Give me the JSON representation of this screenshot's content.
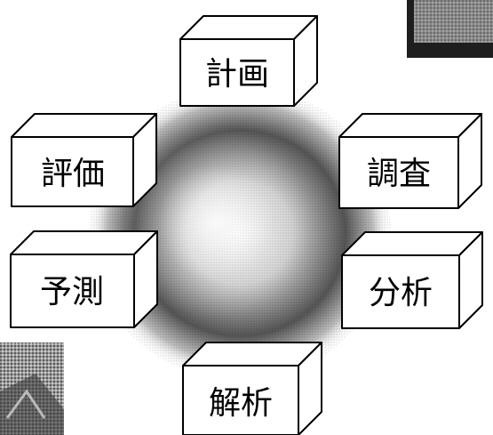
{
  "boxes": [
    {
      "id": "keikaku",
      "label": "計画"
    },
    {
      "id": "chousa",
      "label": "調査"
    },
    {
      "id": "bunseki",
      "label": "分析"
    },
    {
      "id": "kaiseki",
      "label": "解析"
    },
    {
      "id": "yosoku",
      "label": "予測"
    },
    {
      "id": "hyouka",
      "label": "評価"
    }
  ],
  "colors": {
    "box_face": "#ffffff",
    "outline": "#000000",
    "center_dark": "#1a1a1a",
    "center_light": "#ffffff"
  }
}
